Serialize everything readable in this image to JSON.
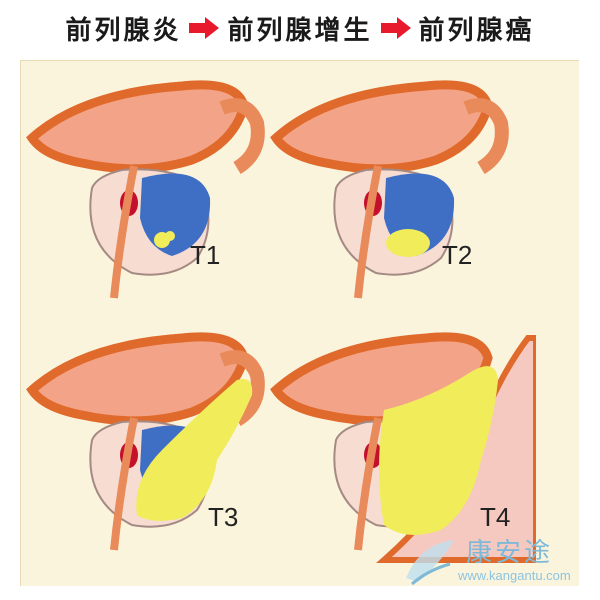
{
  "header": {
    "stage1": "前列腺炎",
    "stage2": "前列腺增生",
    "stage3": "前列腺癌"
  },
  "panels": [
    {
      "label": "T1"
    },
    {
      "label": "T2"
    },
    {
      "label": "T3"
    },
    {
      "label": "T4"
    }
  ],
  "watermark": {
    "name": "康安途",
    "url": "www.kangantu.com"
  },
  "colors": {
    "arrow": "#e8192c",
    "bladder": "#f3a488",
    "bladder_border": "#e06a2b",
    "prostate": "#f7dcd2",
    "lobe": "#3f6fc4",
    "tumor": "#f0ec5a",
    "urethra_dot": "#c4102a",
    "rectum": "#e98a5a",
    "background": "#fbf4dd"
  }
}
